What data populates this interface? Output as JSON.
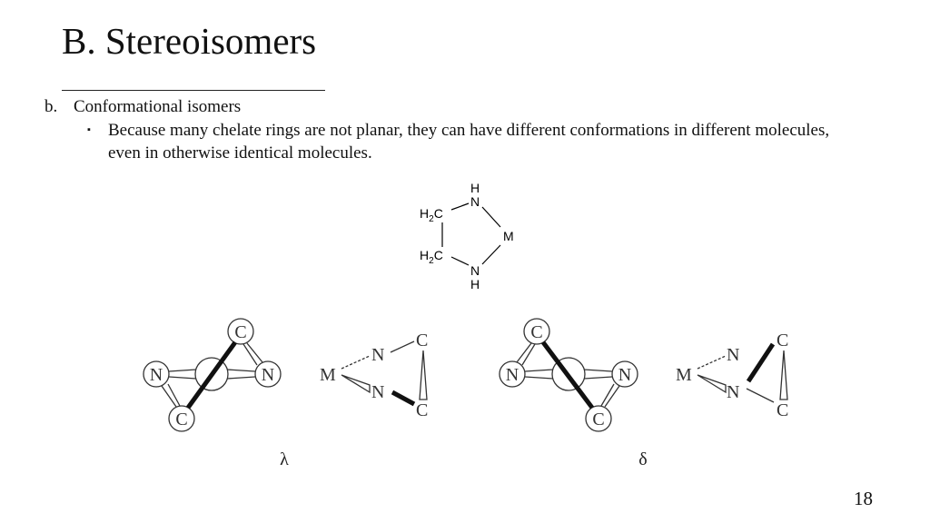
{
  "slide": {
    "title": "B. Stereoisomers",
    "outline": {
      "level1_number": "b.",
      "level1_text": "Conformational isomers",
      "level2_bullet": "▪",
      "level2_text": "Because many chelate rings are not planar, they can have different conformations in different molecules, even in otherwise identical molecules."
    },
    "page_number": "18"
  },
  "structure": {
    "h_top": "H",
    "n_top": "N",
    "h2c_top": "H",
    "sub2_top": "2",
    "c_top": "C",
    "m": "M",
    "h2c_bot": "H",
    "sub2_bot": "2",
    "c_bot": "C",
    "n_bot": "N",
    "h_bot": "H"
  },
  "lambda_conformer": {
    "newman_atoms": {
      "c_top": "C",
      "c_bottom": "C",
      "n_left": "N",
      "n_right": "N"
    },
    "side_view": {
      "m": "M",
      "n_upper": "N",
      "n_lower": "N",
      "c_upper": "C",
      "c_lower": "C"
    },
    "label": "λ"
  },
  "delta_conformer": {
    "newman_atoms": {
      "c_top": "C",
      "c_bottom": "C",
      "n_left": "N",
      "n_right": "N"
    },
    "side_view": {
      "m": "M",
      "n_upper": "N",
      "n_lower": "N",
      "c_upper": "C",
      "c_lower": "C"
    },
    "label": "δ"
  }
}
